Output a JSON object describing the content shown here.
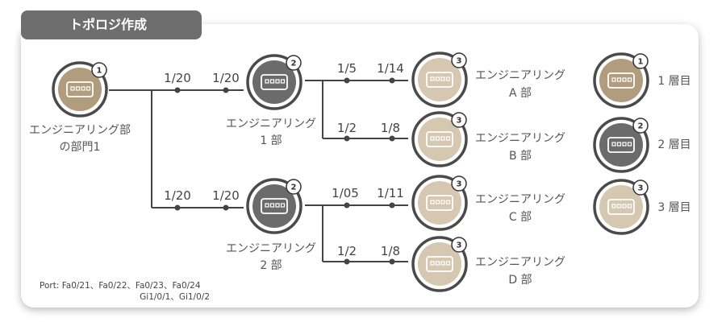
{
  "title": "トポロジ作成",
  "colors": {
    "level1": "#b19c7d",
    "level2": "#6b6b6b",
    "level3": "#d6c8b0",
    "ring": "#4a4a4a",
    "line": "#444444"
  },
  "nodes": {
    "root": {
      "badge": "1",
      "label_line1": "エンジニアリング部",
      "label_line2": "の部門1"
    },
    "eng1": {
      "badge": "2",
      "label_line1": "エンジニアリング",
      "label_line2": "1 部"
    },
    "eng2": {
      "badge": "2",
      "label_line1": "エンジニアリング",
      "label_line2": "2 部"
    },
    "engA": {
      "badge": "3",
      "label_line1": "エンジニアリング",
      "label_line2": "A 部"
    },
    "engB": {
      "badge": "3",
      "label_line1": "エンジニアリング",
      "label_line2": "B 部"
    },
    "engC": {
      "badge": "3",
      "label_line1": "エンジニアリング",
      "label_line2": "C 部"
    },
    "engD": {
      "badge": "3",
      "label_line1": "エンジニアリング",
      "label_line2": "D 部"
    }
  },
  "ports": {
    "root_eng1_a": "1/20",
    "root_eng1_b": "1/20",
    "root_eng2_a": "1/20",
    "root_eng2_b": "1/20",
    "eng1_A_a": "1/5",
    "eng1_A_b": "1/14",
    "eng1_B_a": "1/2",
    "eng1_B_b": "1/8",
    "eng2_C_a": "1/05",
    "eng2_C_b": "1/11",
    "eng2_D_a": "1/2",
    "eng2_D_b": "1/8"
  },
  "legend": [
    {
      "badge": "1",
      "label": "1 層目"
    },
    {
      "badge": "2",
      "label": "2 層目"
    },
    {
      "badge": "3",
      "label": "3 層目"
    }
  ],
  "footnote": {
    "line1": "Port: Fa0/21、Fa0/22、Fa0/23、Fa0/24",
    "line2": "Gi1/0/1、Gi1/0/2"
  }
}
